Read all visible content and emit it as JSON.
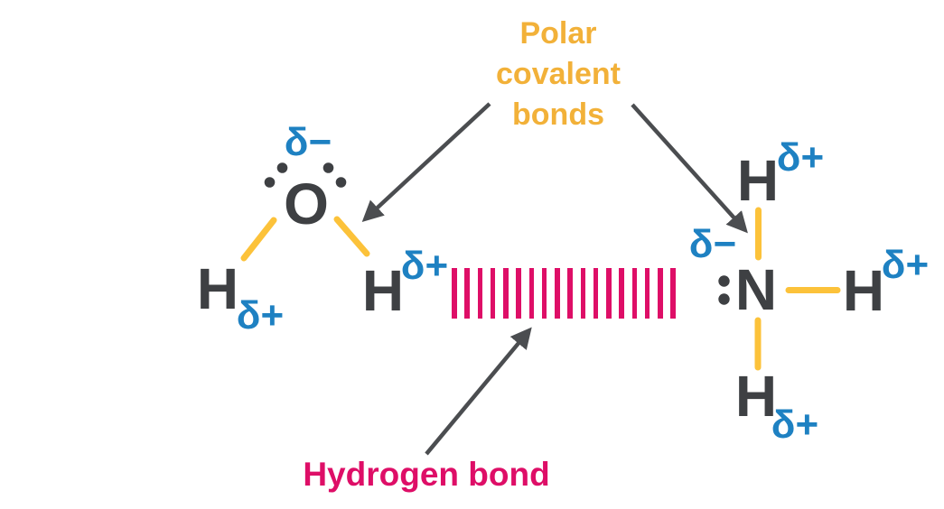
{
  "colors": {
    "label_gold": "#F2B139",
    "bond_gold": "#FCC23A",
    "delta_blue": "#1E81C2",
    "pink": "#DE0E67",
    "atom_gray": "#3E4043",
    "arrow_gray": "#4B4D50",
    "background": "#FFFFFF"
  },
  "annotations": {
    "polar_covalent_bonds": {
      "lines": [
        "Polar",
        "covalent",
        "bonds"
      ]
    },
    "hydrogen_bond": {
      "label": "Hydrogen bond"
    }
  },
  "water_molecule": {
    "oxygen": "O",
    "hydrogen_left": "H",
    "hydrogen_right": "H",
    "delta_minus": "δ−",
    "delta_plus_left": "δ+",
    "delta_plus_right": "δ+",
    "lone_pair_dot_count": 4
  },
  "ammonia_molecule": {
    "nitrogen": "N",
    "hydrogen_top": "H",
    "hydrogen_right": "H",
    "hydrogen_bottom": "H",
    "delta_minus": "δ−",
    "delta_plus_top": "δ+",
    "delta_plus_right": "δ+",
    "delta_plus_bottom": "δ+",
    "lone_pair_dot_count": 2
  },
  "hydrogen_bond_band": {
    "bar_count": 18
  }
}
